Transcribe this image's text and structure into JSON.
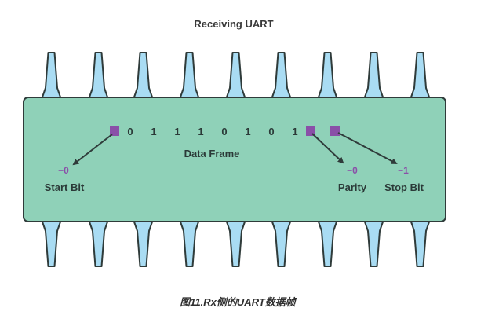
{
  "title": "Receiving UART",
  "data_frame_label": "Data Frame",
  "bits": [
    "0",
    "1",
    "1",
    "1",
    "0",
    "1",
    "0",
    "1"
  ],
  "start_bit": {
    "label": "Start Bit",
    "value": "−0"
  },
  "parity": {
    "label": "Parity",
    "value": "−0"
  },
  "stop_bit": {
    "label": "Stop Bit",
    "value": "−1"
  },
  "caption": "图11.Rx侧的UART数据帧",
  "colors": {
    "chip_body": "#8fd1b8",
    "chip_outline": "#2f3b3a",
    "pin_fill": "#a9dcf3",
    "marker": "#8a4fa8",
    "arrow": "#2f3b3a"
  }
}
